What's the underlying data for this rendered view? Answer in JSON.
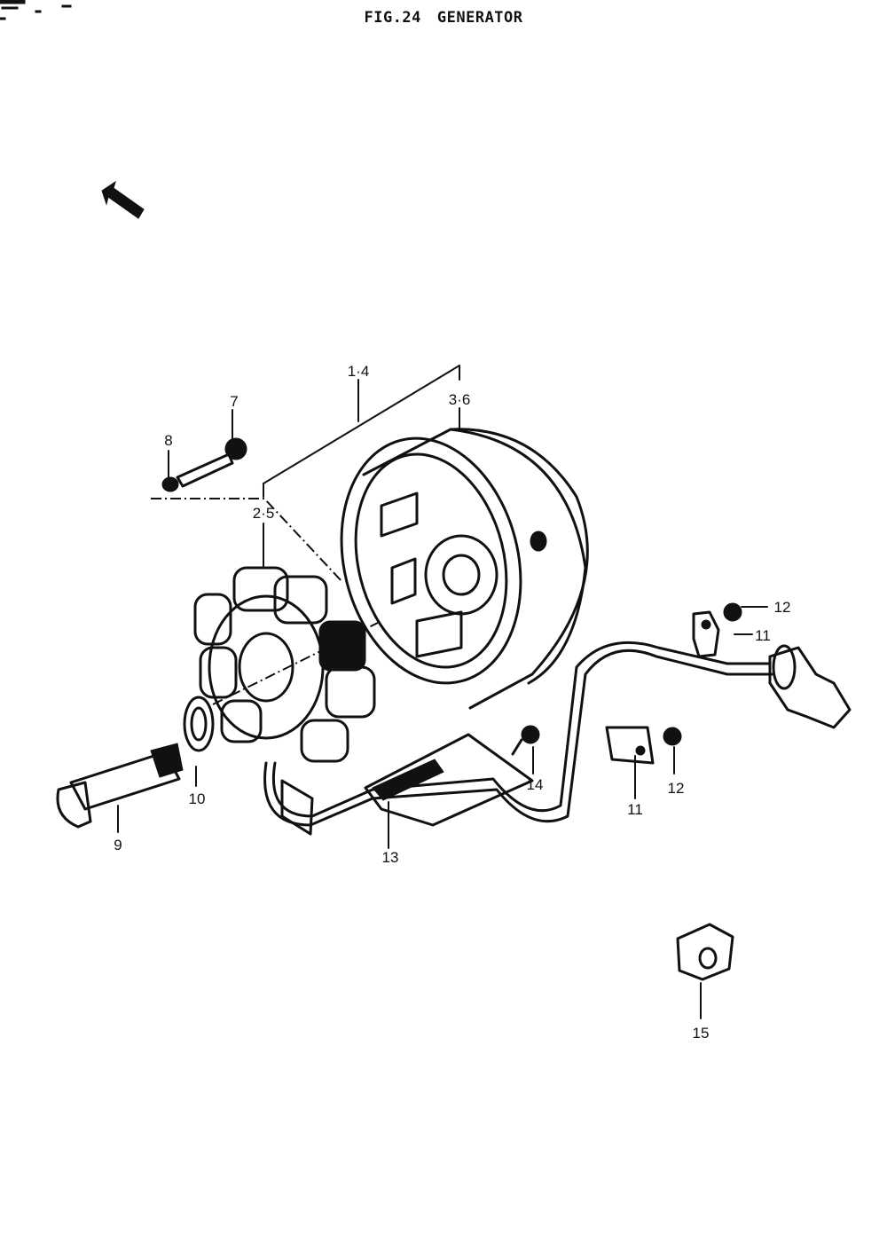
{
  "header": {
    "figure": "FIG.24",
    "title": "GENERATOR"
  },
  "callouts": [
    {
      "id": "c1-4",
      "text": "1·4"
    },
    {
      "id": "c3-6",
      "text": "3·6"
    },
    {
      "id": "c2-5",
      "text": "2·5"
    },
    {
      "id": "c7",
      "text": "7"
    },
    {
      "id": "c8",
      "text": "8"
    },
    {
      "id": "c9",
      "text": "9"
    },
    {
      "id": "c10",
      "text": "10"
    },
    {
      "id": "c11a",
      "text": "11"
    },
    {
      "id": "c11b",
      "text": "11"
    },
    {
      "id": "c12a",
      "text": "12"
    },
    {
      "id": "c12b",
      "text": "12"
    },
    {
      "id": "c13",
      "text": "13"
    },
    {
      "id": "c14",
      "text": "14"
    },
    {
      "id": "c15",
      "text": "15"
    }
  ],
  "icons": {
    "direction_arrow": "front-direction-arrow-icon"
  }
}
